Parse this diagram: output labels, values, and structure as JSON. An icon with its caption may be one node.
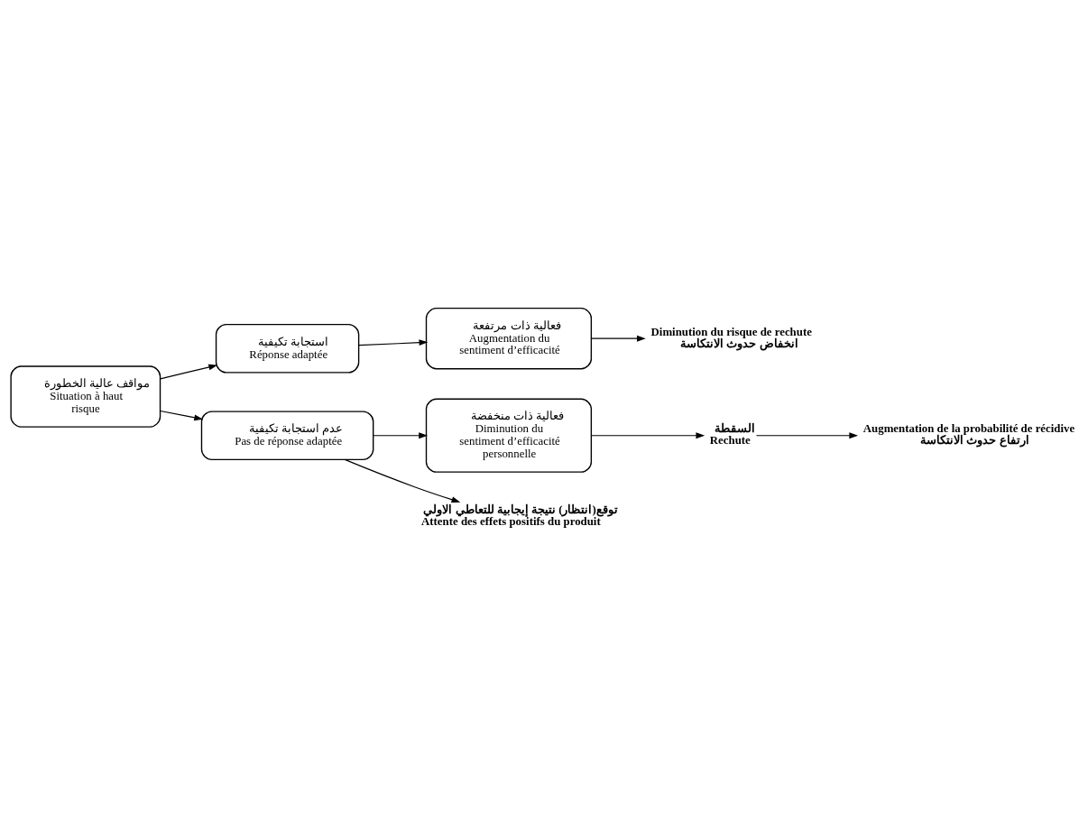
{
  "diagram": {
    "nodes": [
      {
        "text": [
          "مواقف عالية الخطورة",
          "Situation à haut risque"
        ]
      },
      {
        "text": [
          "استجابة تكيفية",
          "Réponse adaptée"
        ]
      },
      {
        "text": [
          "فعالية ذات مرتفعة",
          "Augmentation du sentiment d’efficacité"
        ]
      },
      {
        "text": [
          "Diminution du risque de rechute",
          "انخفاض حدوث الانتكاسة"
        ]
      },
      {
        "text": [
          "عدم استجابة تكيفية",
          "Pas de réponse adaptée"
        ]
      },
      {
        "text": [
          "فعالية ذات منخفضة",
          "Diminution du sentiment d’efficacité personnelle"
        ]
      },
      {
        "text": [
          "السقطة",
          "Rechute"
        ]
      },
      {
        "text": [
          "Augmentation de la probabilité de récidive",
          "ارتفاع حدوث الانتكاسة"
        ]
      },
      {
        "text": [
          "توقع(انتظار) نتيجة إيجابية للتعاطي الاولي",
          "Attente des effets positifs du produit"
        ]
      }
    ],
    "edges": [
      {
        "from": 0,
        "to": 1,
        "arrow": "to"
      },
      {
        "from": 1,
        "to": 2,
        "arrow": "to"
      },
      {
        "from": 2,
        "to": 3,
        "arrow": "to"
      },
      {
        "from": 0,
        "to": 4,
        "arrow": "to"
      },
      {
        "from": 4,
        "to": 5,
        "arrow": "to"
      },
      {
        "from": 5,
        "to": 6,
        "arrow": "to"
      },
      {
        "from": 6,
        "to": 7,
        "arrow": "to"
      },
      {
        "from": 4,
        "to": 8,
        "arrow": "to"
      }
    ]
  }
}
